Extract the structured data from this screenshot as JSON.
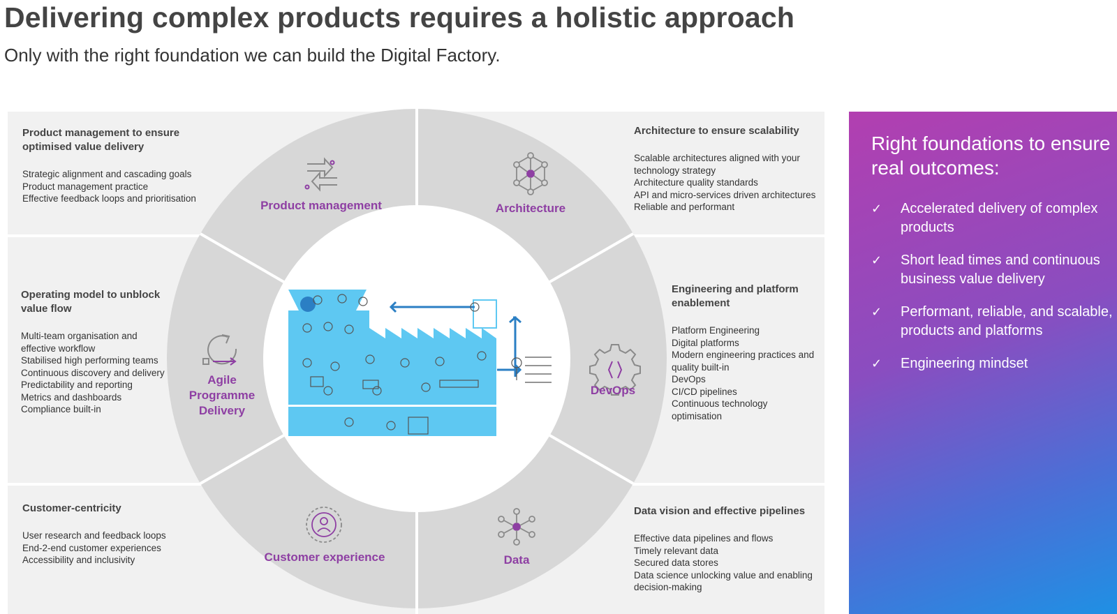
{
  "header": {
    "title": "Delivering complex products requires a holistic approach",
    "subtitle": "Only with the right foundation we can build the Digital Factory."
  },
  "blocks": {
    "product_management": {
      "heading": "Product management to ensure optimised value delivery",
      "items": [
        "Strategic alignment and cascading goals",
        "Product management practice",
        "Effective feedback loops and prioritisation"
      ]
    },
    "architecture": {
      "heading": "Architecture to ensure scalability",
      "items": [
        "Scalable architectures aligned with your technology strategy",
        "Architecture quality standards",
        "API and micro-services driven architectures",
        "Reliable and performant"
      ]
    },
    "operating_model": {
      "heading": "Operating model to unblock value flow",
      "items": [
        "Multi-team organisation and effective workflow",
        "Stabilised high performing teams",
        "Continuous discovery and delivery",
        "Predictability and reporting",
        "Metrics and dashboards",
        "Compliance built-in"
      ]
    },
    "engineering": {
      "heading": "Engineering and platform enablement",
      "items": [
        "Platform Engineering",
        "Digital platforms",
        "Modern engineering practices and quality built-in",
        "DevOps",
        "CI/CD pipelines",
        "Continuous technology optimisation"
      ]
    },
    "customer": {
      "heading": "Customer-centricity",
      "items": [
        "User research and feedback loops",
        "End-2-end customer experiences",
        "Accessibility and inclusivity"
      ]
    },
    "data": {
      "heading": "Data vision and effective pipelines",
      "items": [
        "Effective data pipelines and flows",
        "Timely relevant data",
        "Secured data stores",
        "Data science unlocking value and enabling decision-making"
      ]
    }
  },
  "wheel": {
    "segments": {
      "product_management": "Product management",
      "architecture": "Architecture",
      "agile": "Agile Programme Delivery",
      "devops": "DevOps",
      "customer_experience": "Customer experience",
      "data": "Data"
    },
    "icons": {
      "product_management": "arrows-exchange-icon",
      "architecture": "network-hexagon-icon",
      "agile": "cycle-arrow-icon",
      "devops": "gear-code-icon",
      "customer_experience": "user-circle-icon",
      "data": "data-hub-icon"
    },
    "center_image": "digital-factory-illustration"
  },
  "outcomes": {
    "title": "Right foundations to ensure real outcomes:",
    "items": [
      "Accelerated delivery of complex products",
      "Short lead times and continuous business value delivery",
      "Performant, reliable, and scalable, products and platforms",
      "Engineering mindset"
    ]
  },
  "colors": {
    "accent_purple": "#8e3fa3",
    "panel_grey": "#f1f1f1",
    "ring_grey": "#d7d7d7",
    "factory_blue": "#5ec8f2"
  }
}
